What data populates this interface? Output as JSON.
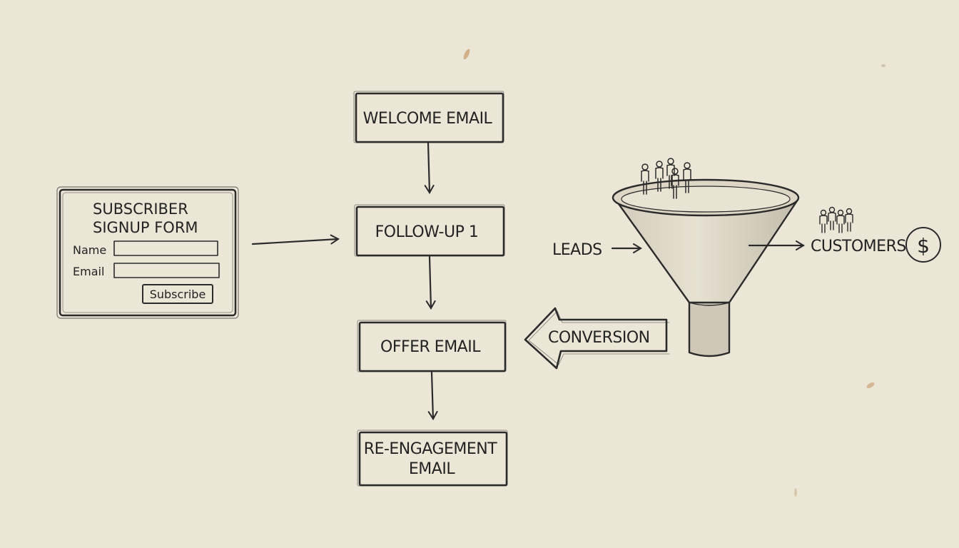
{
  "signup_form": {
    "title_line1": "SUBSCRIBER",
    "title_line2": "SIGNUP FORM",
    "name_label": "Name",
    "email_label": "Email",
    "button_label": "Subscribe"
  },
  "flow": {
    "welcome": "WELCOME EMAIL",
    "followup": "FOLLOW-UP 1",
    "offer": "OFFER EMAIL",
    "reengagement_line1": "RE-ENGAGEMENT",
    "reengagement_line2": "EMAIL"
  },
  "funnel": {
    "leads_label": "LEADS",
    "customers_label": "CUSTOMERS",
    "conversion_label": "CONVERSION",
    "currency_symbol": "$"
  },
  "colors": {
    "paper": "#ece6d7",
    "ink": "#2b2b2b"
  }
}
